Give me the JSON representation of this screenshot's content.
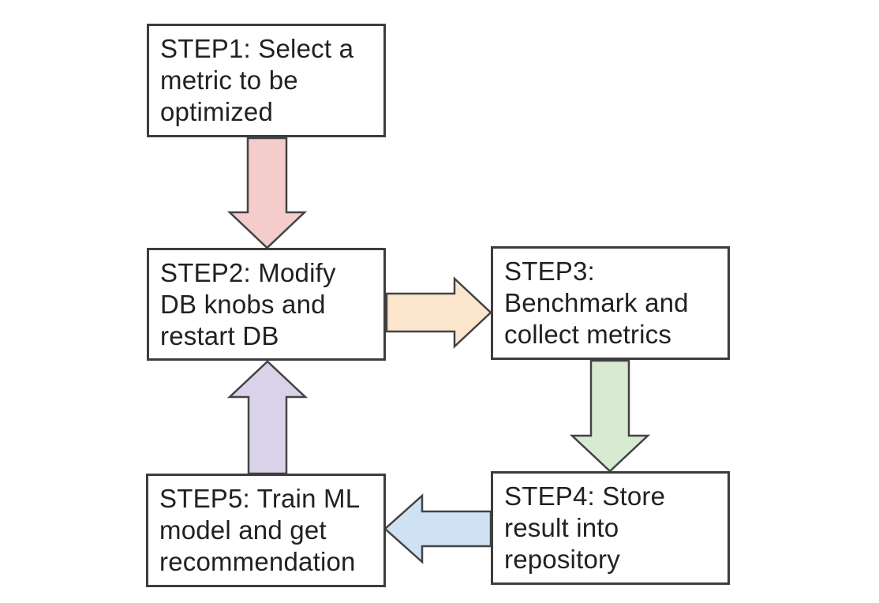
{
  "diagram": {
    "background": "#ffffff",
    "box_border_color": "#3d3d3d",
    "arrow_outline_color": "#434343",
    "text_color": "#212121",
    "boxes": [
      {
        "id": "step1",
        "label": "STEP1: Select a\nmetric to be\noptimized"
      },
      {
        "id": "step2",
        "label": "STEP2: Modify\nDB knobs and\nrestart DB"
      },
      {
        "id": "step3",
        "label": "STEP3:\nBenchmark and\ncollect metrics"
      },
      {
        "id": "step4",
        "label": "STEP4: Store\nresult into\nrepository"
      },
      {
        "id": "step5",
        "label": "STEP5: Train ML\nmodel and get\nrecommendation"
      }
    ],
    "arrows": [
      {
        "name": "step1-to-step2",
        "from": "STEP1",
        "to": "STEP2",
        "direction": "down",
        "color": "#f4cccc"
      },
      {
        "name": "step2-to-step3",
        "from": "STEP2",
        "to": "STEP3",
        "direction": "right",
        "color": "#fce5cd"
      },
      {
        "name": "step3-to-step4",
        "from": "STEP3",
        "to": "STEP4",
        "direction": "down",
        "color": "#d9ead3"
      },
      {
        "name": "step4-to-step5",
        "from": "STEP4",
        "to": "STEP5",
        "direction": "left",
        "color": "#cfe2f3"
      },
      {
        "name": "step5-to-step2",
        "from": "STEP5",
        "to": "STEP2",
        "direction": "up",
        "color": "#d9d2e9"
      }
    ]
  }
}
